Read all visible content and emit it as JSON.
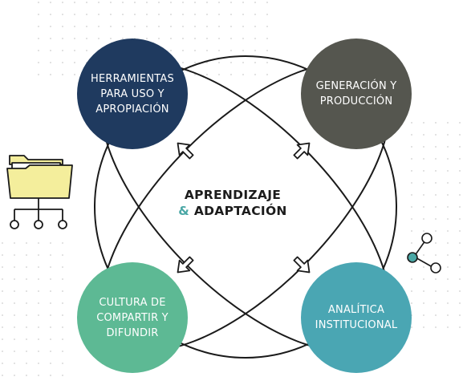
{
  "center": {
    "line1": "APRENDIZAJE",
    "ampersand": "&",
    "line2": "ADAPTACIÓN",
    "accent_color": "#4aa7a5"
  },
  "nodes": {
    "top_left": {
      "label": "HERRAMIENTAS\nPARA USO Y\nAPROPIACIÓN",
      "color": "#1f3a5f"
    },
    "top_right": {
      "label": "GENERACIÓN Y\nPRODUCCIÓN",
      "color": "#55564f"
    },
    "bottom_left": {
      "label": "CULTURA DE\nCOMPARTIR Y\nDIFUNDIR",
      "color": "#5db994"
    },
    "bottom_right": {
      "label": "ANALÍTICA\nINSTITUCIONAL",
      "color": "#4aa6b3"
    }
  },
  "icons": [
    "folder-network-icon",
    "share-node-icon"
  ]
}
